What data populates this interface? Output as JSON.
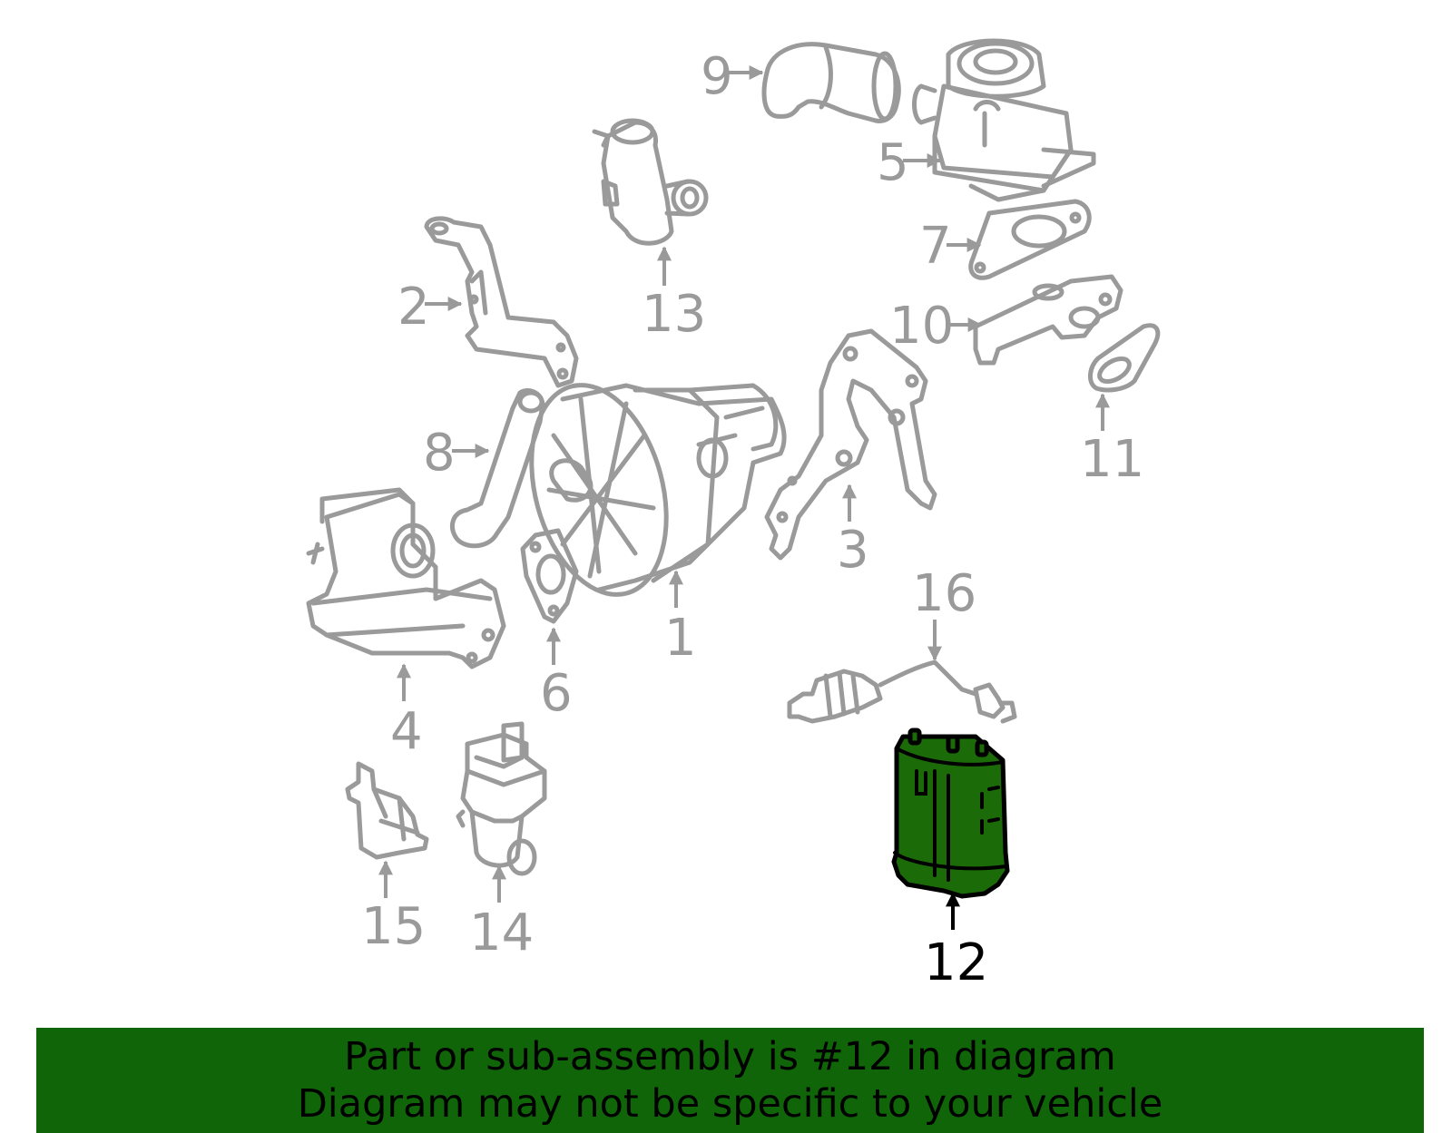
{
  "diagram": {
    "highlight_color": "#0f6508",
    "callouts": [
      "1",
      "2",
      "3",
      "4",
      "5",
      "6",
      "7",
      "8",
      "9",
      "10",
      "11",
      "12",
      "13",
      "14",
      "15",
      "16"
    ],
    "active_callout": "12"
  },
  "banner": {
    "line1": "Part or sub-assembly is #12 in diagram",
    "line2": "Diagram may not be specific to your vehicle"
  }
}
